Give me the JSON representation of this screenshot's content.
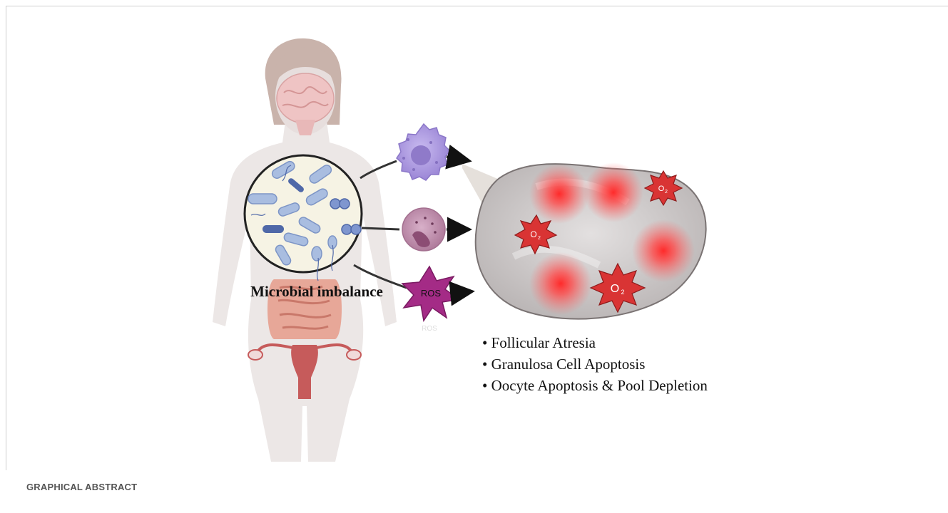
{
  "figure": {
    "microbial_label": "Microbial imbalance",
    "ros_label": "ROS",
    "ros_faint_label": "ROS",
    "oxygen_symbol": "O",
    "oxygen_subscript": "2"
  },
  "outcomes": [
    "Follicular Atresia",
    "Granulosa Cell Apoptosis",
    "Oocyte Apoptosis & Pool Depletion"
  ],
  "caption": "GRAPHICAL ABSTRACT",
  "colors": {
    "body": "#ece7e6",
    "hair": "#c9b3ab",
    "brain": "#efc4c4",
    "bacteria": "#a9bde0",
    "bacteria_dark": "#4f68a8",
    "macrophage": "#b7a6e2",
    "neutrophil": "#c28fb0",
    "ros_star": "#a42b86",
    "ovary": "#c9c4c4",
    "inflammation": "#ff3b3b",
    "o2_star": "#d93434"
  }
}
